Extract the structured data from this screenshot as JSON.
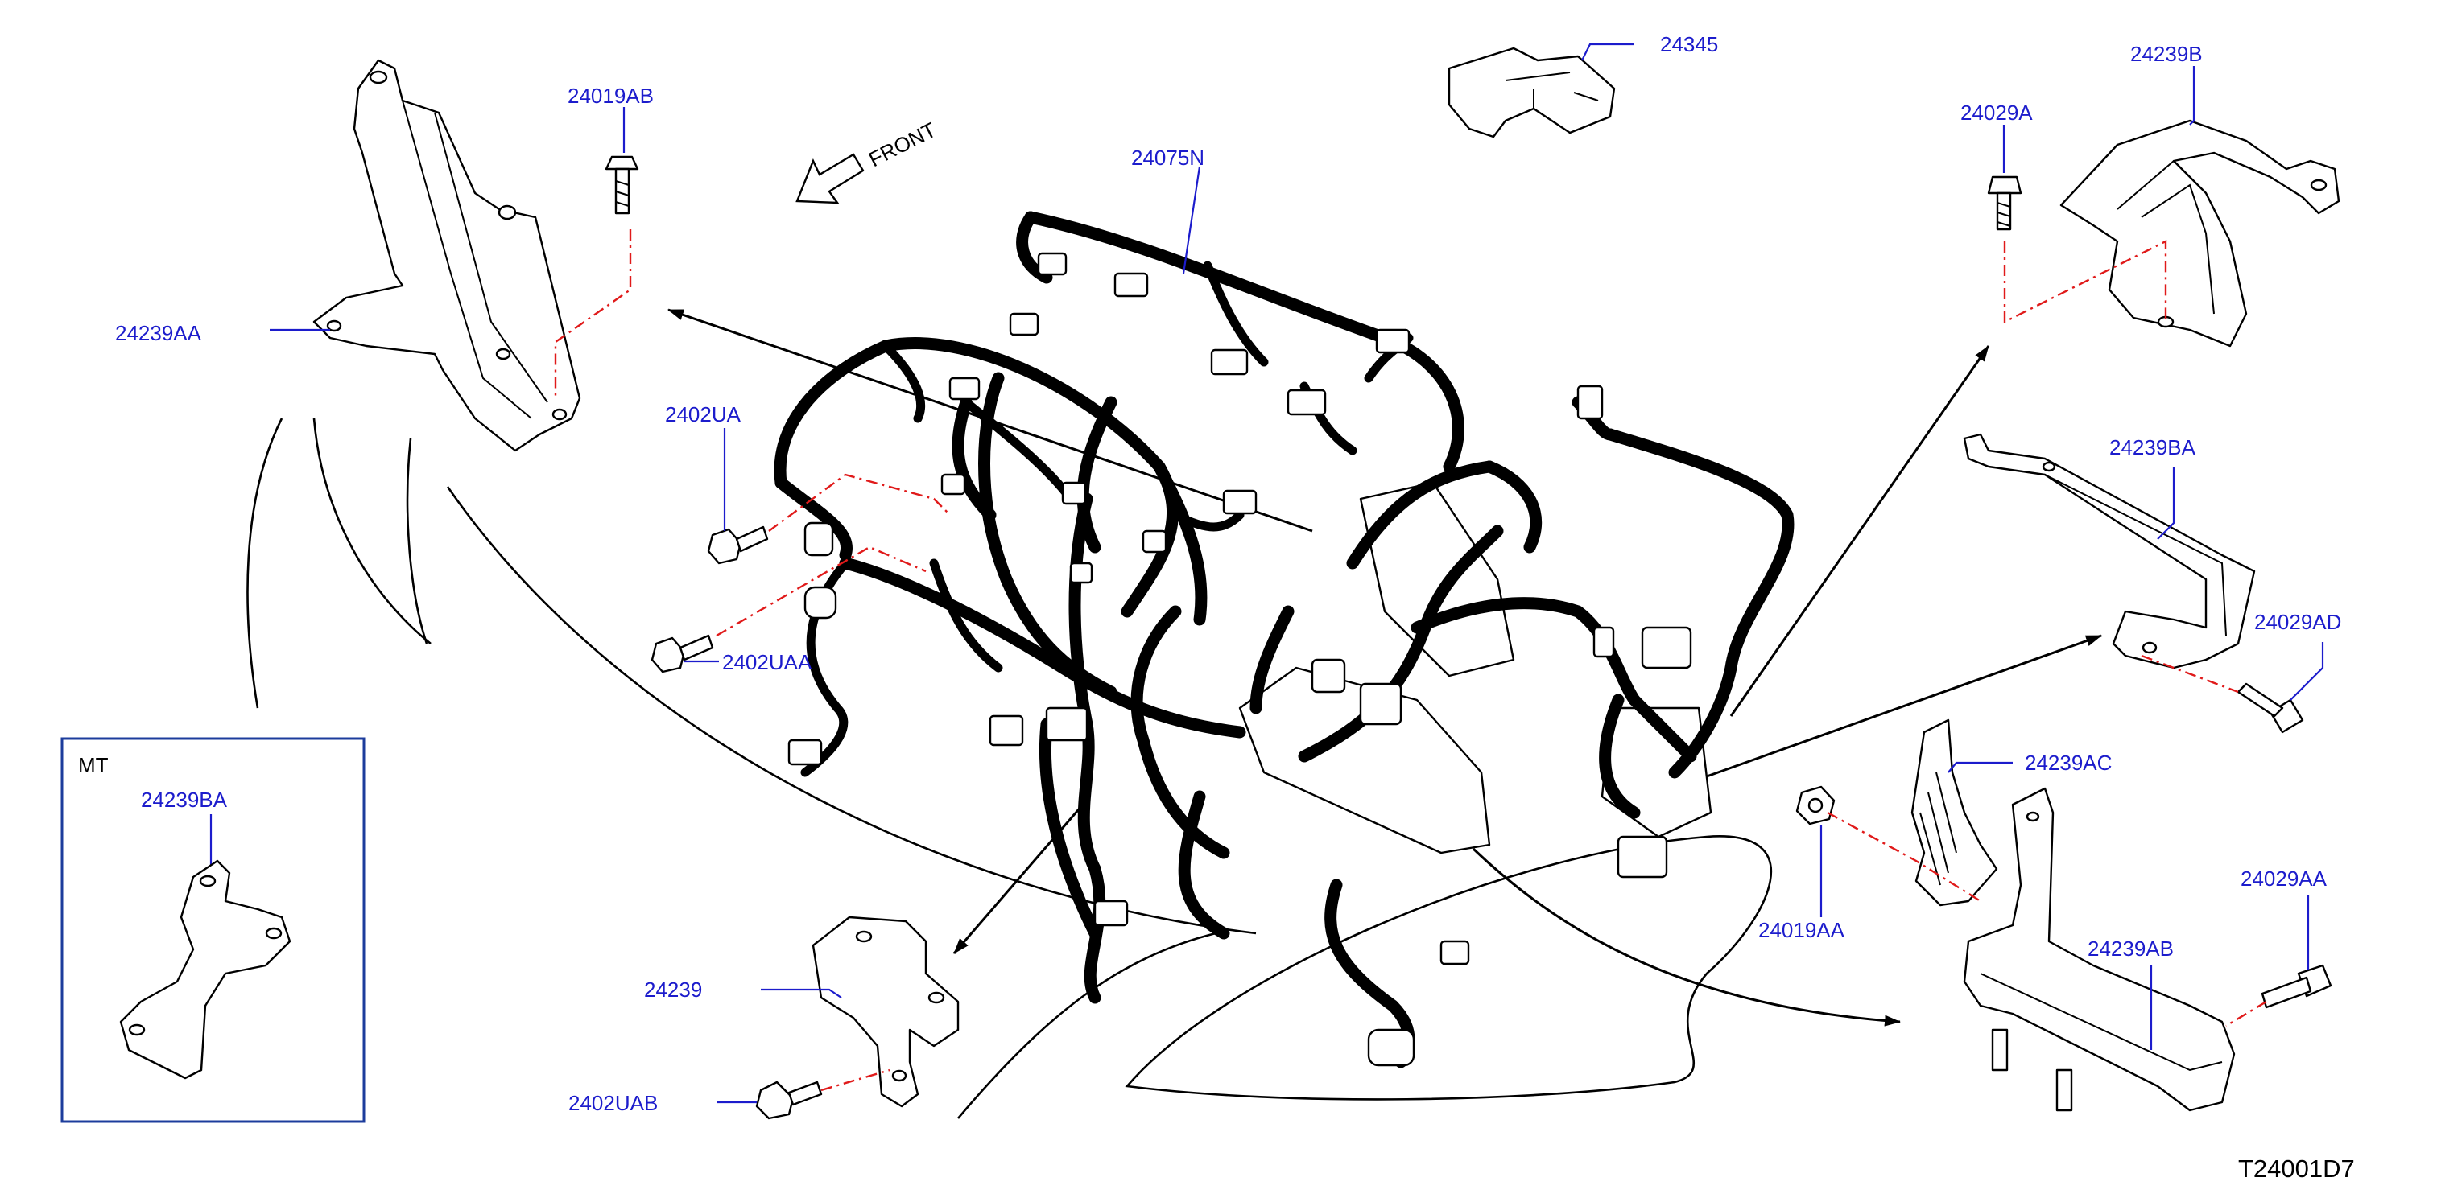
{
  "diagram_id": "T24001D7",
  "callouts": {
    "p24019AB": "24019AB",
    "p24239AA": "24239AA",
    "p24075N": "24075N",
    "p24345": "24345",
    "p24239B": "24239B",
    "p24029A": "24029A",
    "p2402UA": "2402UA",
    "p2402UAA": "2402UAA",
    "p24239BA": "24239BA",
    "p24029AD": "24029AD",
    "p24239AC": "24239AC",
    "p24019AA": "24019AA",
    "p24029AA": "24029AA",
    "p24239AB": "24239AB",
    "p24239": "24239",
    "p2402UAB": "2402UAB",
    "inset_part": "24239BA"
  },
  "front_label": "FRONT",
  "inset_label": "MT",
  "colors": {
    "callout_text": "#1c1ccc",
    "fastener_line": "#e01a1a",
    "inset_border": "#1c3c9c",
    "line_art": "#000000"
  }
}
